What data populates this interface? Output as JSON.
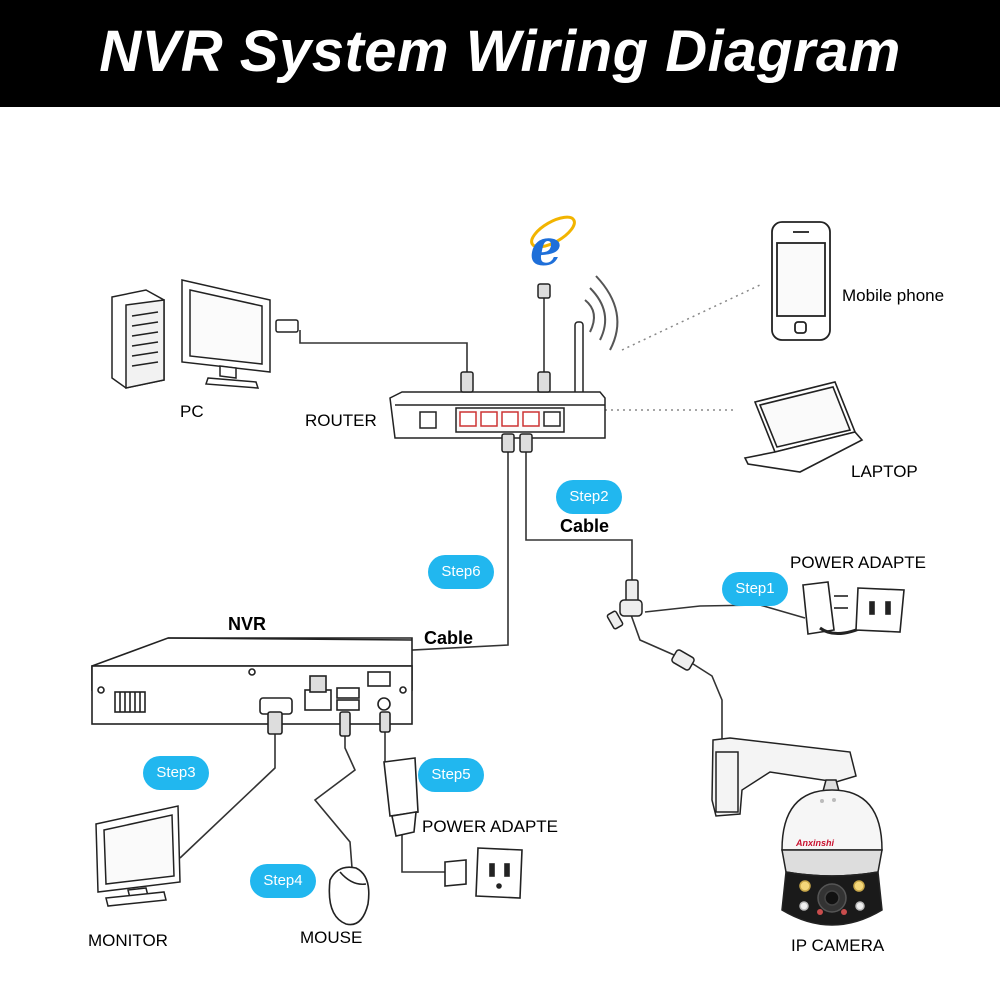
{
  "title": "NVR System Wiring Diagram",
  "labels": {
    "pc": "PC",
    "router": "ROUTER",
    "mobile_phone": "Mobile phone",
    "laptop": "LAPTOP",
    "power_adapter_camera": "POWER ADAPTE",
    "nvr": "NVR",
    "cable_nvr": "Cable",
    "cable_camera": "Cable",
    "power_adapter_nvr": "POWER ADAPTE",
    "monitor": "MONITOR",
    "mouse": "MOUSE",
    "ip_camera": "IP  CAMERA",
    "camera_brand": "Anxinshi"
  },
  "steps": [
    "Step1",
    "Step2",
    "Step3",
    "Step4",
    "Step5",
    "Step6"
  ],
  "colors": {
    "step_badge": "#21b7ef",
    "header_bg": "#000000",
    "browser_icon": "#1e6fd9"
  },
  "icons": [
    "browser-e-icon",
    "wifi-signal-icon"
  ]
}
